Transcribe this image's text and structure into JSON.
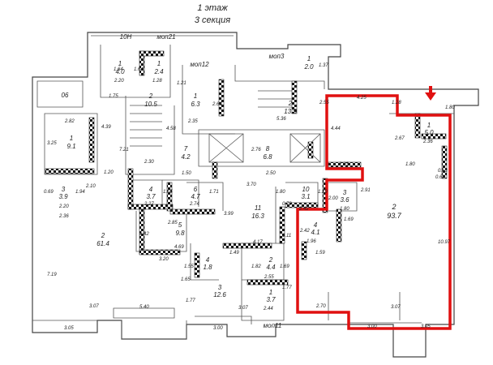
{
  "header": {
    "floor": "1 этаж",
    "section": "3 секция"
  },
  "rooms": [
    {
      "id": "r-06",
      "label": "06"
    },
    {
      "id": "r-10n",
      "label": "10Н"
    },
    {
      "id": "r-mop21",
      "label": "моп21"
    },
    {
      "id": "r-mop12",
      "label": "моп12"
    },
    {
      "id": "r-mop3",
      "label": "моп3"
    },
    {
      "id": "r-mop11",
      "label": "моп11"
    },
    {
      "id": "r-1-4-0",
      "num": "1",
      "area": "4.0"
    },
    {
      "id": "r-1-2-4",
      "num": "1",
      "area": "2.4"
    },
    {
      "id": "r-2-10-5",
      "num": "2",
      "area": "10.5"
    },
    {
      "id": "r-1-6-3",
      "num": "1",
      "area": "6.3"
    },
    {
      "id": "r-1-2-0",
      "num": "1",
      "area": "2.0"
    },
    {
      "id": "r-2-13-5",
      "num": "2",
      "area": "13.5"
    },
    {
      "id": "r-1-9-1",
      "num": "1",
      "area": "9.1"
    },
    {
      "id": "r-7-4-2",
      "num": "7",
      "area": "4.2"
    },
    {
      "id": "r-8-6-8",
      "num": "8",
      "area": "6.8"
    },
    {
      "id": "r-3-3-9",
      "num": "3",
      "area": "3.9"
    },
    {
      "id": "r-4-3-7",
      "num": "4",
      "area": "3.7"
    },
    {
      "id": "r-6-4-7",
      "num": "6",
      "area": "4.7"
    },
    {
      "id": "r-10-3-1",
      "num": "10",
      "area": "3.1"
    },
    {
      "id": "r-3-3-6",
      "num": "3",
      "area": "3.6"
    },
    {
      "id": "r-2-61-4",
      "num": "2",
      "area": "61.4"
    },
    {
      "id": "r-5-9-8",
      "num": "5",
      "area": "9.8"
    },
    {
      "id": "r-11-16-3",
      "num": "11",
      "area": "16.3"
    },
    {
      "id": "r-4-4-1",
      "num": "4",
      "area": "4.1"
    },
    {
      "id": "r-4-1-8",
      "num": "4",
      "area": "1.8"
    },
    {
      "id": "r-2-4-4",
      "num": "2",
      "area": "4.4"
    },
    {
      "id": "r-3-12-6",
      "num": "3",
      "area": "12.6"
    },
    {
      "id": "r-1-3-7",
      "num": "1",
      "area": "3.7"
    },
    {
      "id": "r-1-5-0",
      "num": "1",
      "area": "5.0"
    },
    {
      "id": "r-2-93-7",
      "num": "2",
      "area": "93.7"
    }
  ],
  "dims": [
    "1.64",
    "2.20",
    "1.64",
    "1.28",
    "1.75",
    "2.66",
    "1.37",
    "2.55",
    "4.25",
    "1.28",
    "1.80",
    "2.82",
    "4.39",
    "3.25",
    "1.21",
    "5.36",
    "2.35",
    "4.58",
    "2.30",
    "7.21",
    "1.20",
    "1.50",
    "2.76",
    "2.50",
    "3.70",
    "2.03",
    "4.44",
    "2.67",
    "2.36",
    "1.80",
    "0.69",
    "1.94",
    "2.10",
    "2.20",
    "2.36",
    "1.65",
    "2.27",
    "1.71",
    "2.74",
    "1.80",
    "2.42",
    "0.72",
    "1.29",
    "2.00",
    "2.91",
    "1.80",
    "1.69",
    "0.68",
    "0.63",
    "10.97",
    "2.42",
    "2.85",
    "4.69",
    "3.20",
    "3.99",
    "4.17",
    "1.11",
    "1.96",
    "1.59",
    "2.42",
    "1.55",
    "1.65",
    "1.49",
    "1.82",
    "1.69",
    "2.55",
    "1.77",
    "7.19",
    "3.07",
    "5.40",
    "3.05",
    "3.00",
    "1.77",
    "3.07",
    "2.44",
    "2.70",
    "3.07",
    "3.00",
    "3.05"
  ],
  "highlight": {
    "color": "#e01010"
  },
  "entry_arrow": {
    "color": "#e01010"
  }
}
